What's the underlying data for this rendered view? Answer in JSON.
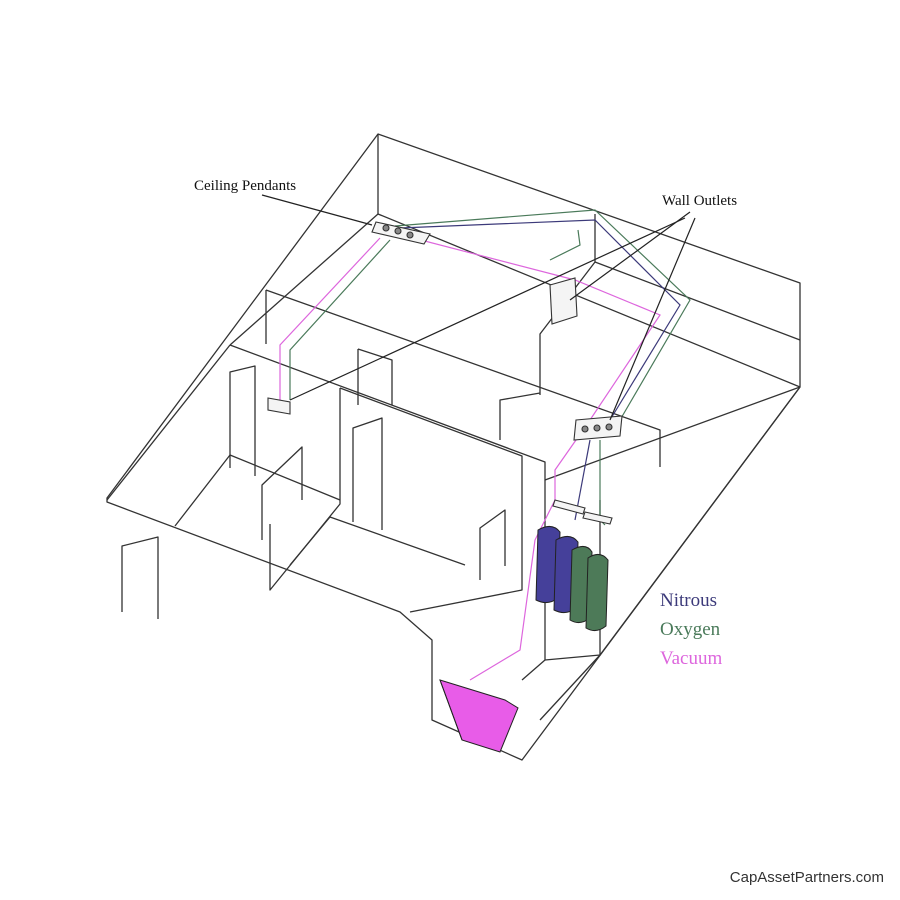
{
  "labels": {
    "ceiling_pendants": "Ceiling Pendants",
    "wall_outlets": "Wall Outlets"
  },
  "legend": [
    {
      "label": "Nitrous",
      "color": "#3c3a7a"
    },
    {
      "label": "Oxygen",
      "color": "#4a7a5a"
    },
    {
      "label": "Vacuum",
      "color": "#dd66dd"
    }
  ],
  "watermark": "CapAssetPartners.com",
  "colors": {
    "outline": "#333333",
    "nitrous": "#3c3a7a",
    "oxygen": "#4a7a5a",
    "vacuum": "#dd66dd",
    "nitrous_tank": "#45409a",
    "oxygen_tank": "#4d7a58",
    "vacuum_pump": "#e85ce8"
  }
}
